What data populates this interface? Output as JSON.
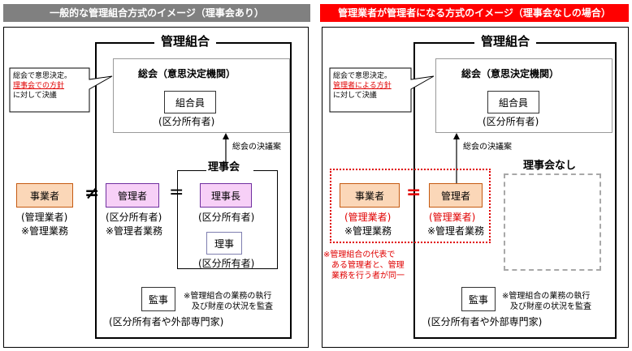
{
  "left": {
    "title": "一般的な管理組合方式のイメージ（理事会あり）",
    "title_bg": "#808080",
    "kumiai_label": "管理組合",
    "callout": {
      "line1": "総会で意思決定。",
      "line2": "理事会での方針",
      "line3": "に対して決議"
    },
    "soukai": {
      "heading": "総会（意思決定機関）",
      "member": "組合員",
      "member_sub": "(区分所有者)"
    },
    "resolution_label": "総会の決議案",
    "rijikai_label": "理事会",
    "jigyosha": {
      "label": "事業者",
      "sub1": "(管理業者)",
      "sub2": "※管理業務"
    },
    "not_equal": "≠",
    "kanrisha": {
      "label": "管理者",
      "sub1": "(区分所有者)",
      "sub2": "※管理者業務"
    },
    "equal": "=",
    "rijicho": {
      "label": "理事長",
      "sub": "(区分所有者)"
    },
    "riji": {
      "label": "理事",
      "sub": "(区分所有者)"
    },
    "kanji": {
      "label": "監事",
      "note1": "※管理組合の業務の執行",
      "note2": "及び財産の状況を監査",
      "sub": "(区分所有者や外部専門家)"
    }
  },
  "right": {
    "title": "管理業者が管理者になる方式のイメージ（理事会なしの場合）",
    "title_bg": "#ff0000",
    "kumiai_label": "管理組合",
    "callout": {
      "line1": "総会で意思決定。",
      "line2": "管理者による方針",
      "line3": "に対して決議"
    },
    "soukai": {
      "heading": "総会（意思決定機関）",
      "member": "組合員",
      "member_sub": "(区分所有者)"
    },
    "resolution_label": "総会の決議案",
    "no_rijikai_label": "理事会なし",
    "jigyosha": {
      "label": "事業者",
      "sub1": "(管理業者)",
      "sub2": "※管理業務"
    },
    "equal": "=",
    "kanrisha": {
      "label": "管理者",
      "sub1": "(管理業者)",
      "sub2": "※管理者業務"
    },
    "red_note": {
      "line1": "※管理組合の代表で",
      "line2": "ある管理者と、管理",
      "line3": "業務を行う者が同一"
    },
    "kanji": {
      "label": "監事",
      "note1": "※管理組合の業務の執行",
      "note2": "及び財産の状況を監査",
      "sub": "(区分所有者や外部専門家)"
    }
  }
}
